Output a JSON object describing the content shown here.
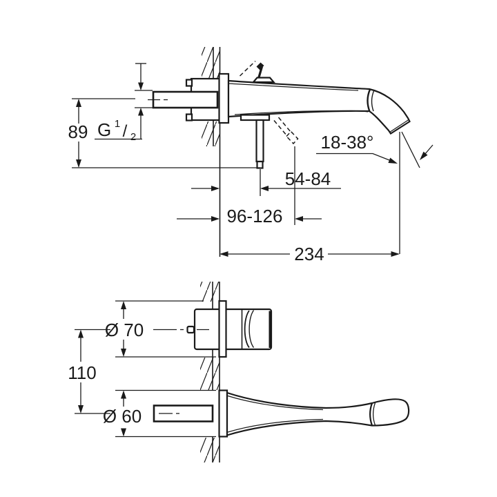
{
  "drawing": {
    "subject": "wall-mounted two-hole basin mixer dimension drawing",
    "background": "#ffffff",
    "line_color": "#1a1a1a",
    "views": {
      "side": {
        "labels": {
          "height_to_rod": "89",
          "thread_G": "G",
          "thread_num": "1",
          "thread_slash": "/",
          "thread_den": "2",
          "spout_angle_range": "18-38°",
          "rod_depth_range": "54-84",
          "rod_swivel_depth_range": "96-126",
          "spout_projection": "234"
        }
      },
      "front": {
        "labels": {
          "handle_escutcheon_diameter": "Ø 70",
          "center_distance": "110",
          "spout_escutcheon_diameter": "Ø 60"
        }
      }
    }
  }
}
